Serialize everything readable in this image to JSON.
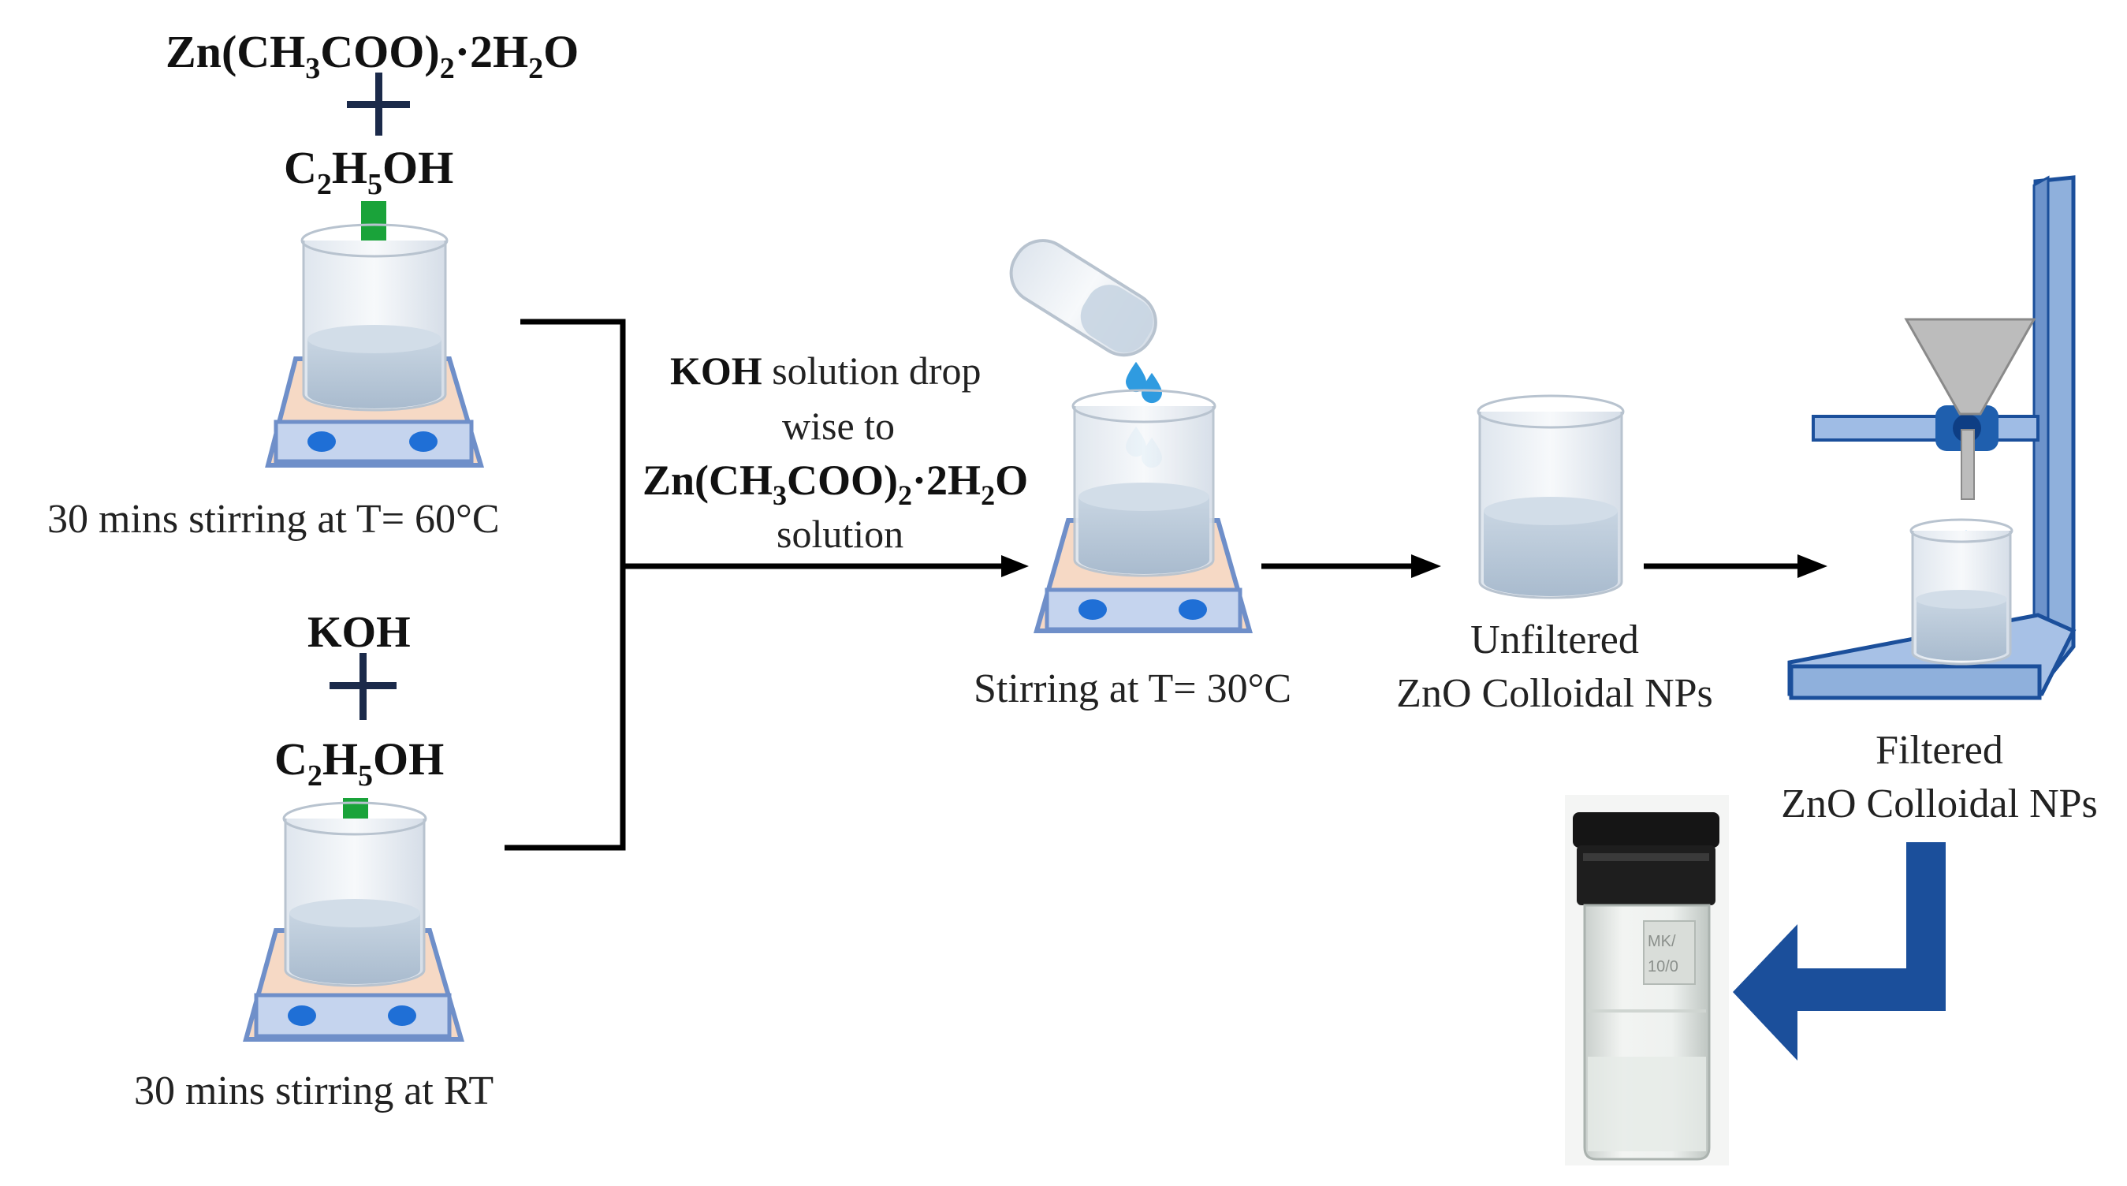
{
  "reagents": {
    "zinc_acetate": {
      "base": "Zn(CH",
      "s1": "3",
      "mid": "COO)",
      "s2": "2",
      "dot": "·2H",
      "s3": "2",
      "end": "O"
    },
    "ethanol_top": {
      "base": "C",
      "s1": "2",
      "mid": "H",
      "s2": "5",
      "end": "OH"
    },
    "koh": "KOH",
    "ethanol_bottom": {
      "base": "C",
      "s1": "2",
      "mid": "H",
      "s2": "5",
      "end": "OH"
    }
  },
  "steps": {
    "stir_60": "30 mins stirring at T= 60°C",
    "stir_rt": "30 mins stirring at RT",
    "stir_30": "Stirring at T= 30°C"
  },
  "transfer": {
    "koh_bold": "KOH",
    "line1_rest": " solution drop",
    "line2": "wise to",
    "zn": {
      "base": "Zn(CH",
      "s1": "3",
      "mid": "COO)",
      "s2": "2",
      "dot": "·2H",
      "s3": "2",
      "end": "O"
    },
    "line4": "solution"
  },
  "products": {
    "unfiltered_1": "Unfiltered",
    "unfiltered_2": "ZnO Colloidal NPs",
    "filtered_1": "Filtered",
    "filtered_2": "ZnO Colloidal NPs"
  },
  "vial_label": {
    "line1": "MK/",
    "line2": "10/0"
  },
  "colors": {
    "arrow_black": "#000000",
    "arrow_green": "#1aa33a",
    "plus_navy": "#1b2a4a",
    "big_arrow": "#1b4f9b",
    "droplet": "#2f9be0",
    "stirrer_base": "#f6d9c5",
    "stirrer_plate": "#6f8fc9",
    "stirrer_knob": "#1f6fd6",
    "liquid": "#b9c8d8",
    "stand": "#8fb0dc"
  }
}
